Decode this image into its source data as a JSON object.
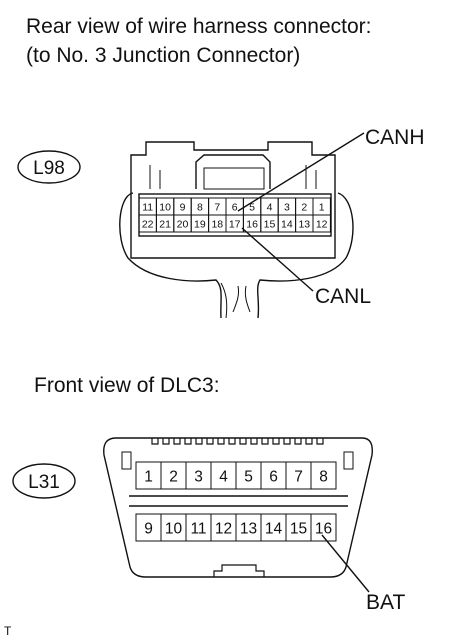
{
  "top": {
    "caption_line1": "Rear view of wire harness connector:",
    "caption_line2": "(to No. 3 Junction Connector)",
    "connector_id": "L98",
    "label_canh": "CANH",
    "label_canl": "CANL",
    "pins_row1": [
      "11",
      "10",
      "9",
      "8",
      "7",
      "6",
      "5",
      "4",
      "3",
      "2",
      "1"
    ],
    "pins_row2": [
      "22",
      "21",
      "20",
      "19",
      "18",
      "17",
      "16",
      "15",
      "14",
      "13",
      "12"
    ]
  },
  "bottom": {
    "caption": "Front view of DLC3:",
    "connector_id": "L31",
    "label_bat": "BAT",
    "pins_row1": [
      "1",
      "2",
      "3",
      "4",
      "5",
      "6",
      "7",
      "8"
    ],
    "pins_row2": [
      "9",
      "10",
      "11",
      "12",
      "13",
      "14",
      "15",
      "16"
    ]
  },
  "footer": {
    "mark": "T"
  }
}
